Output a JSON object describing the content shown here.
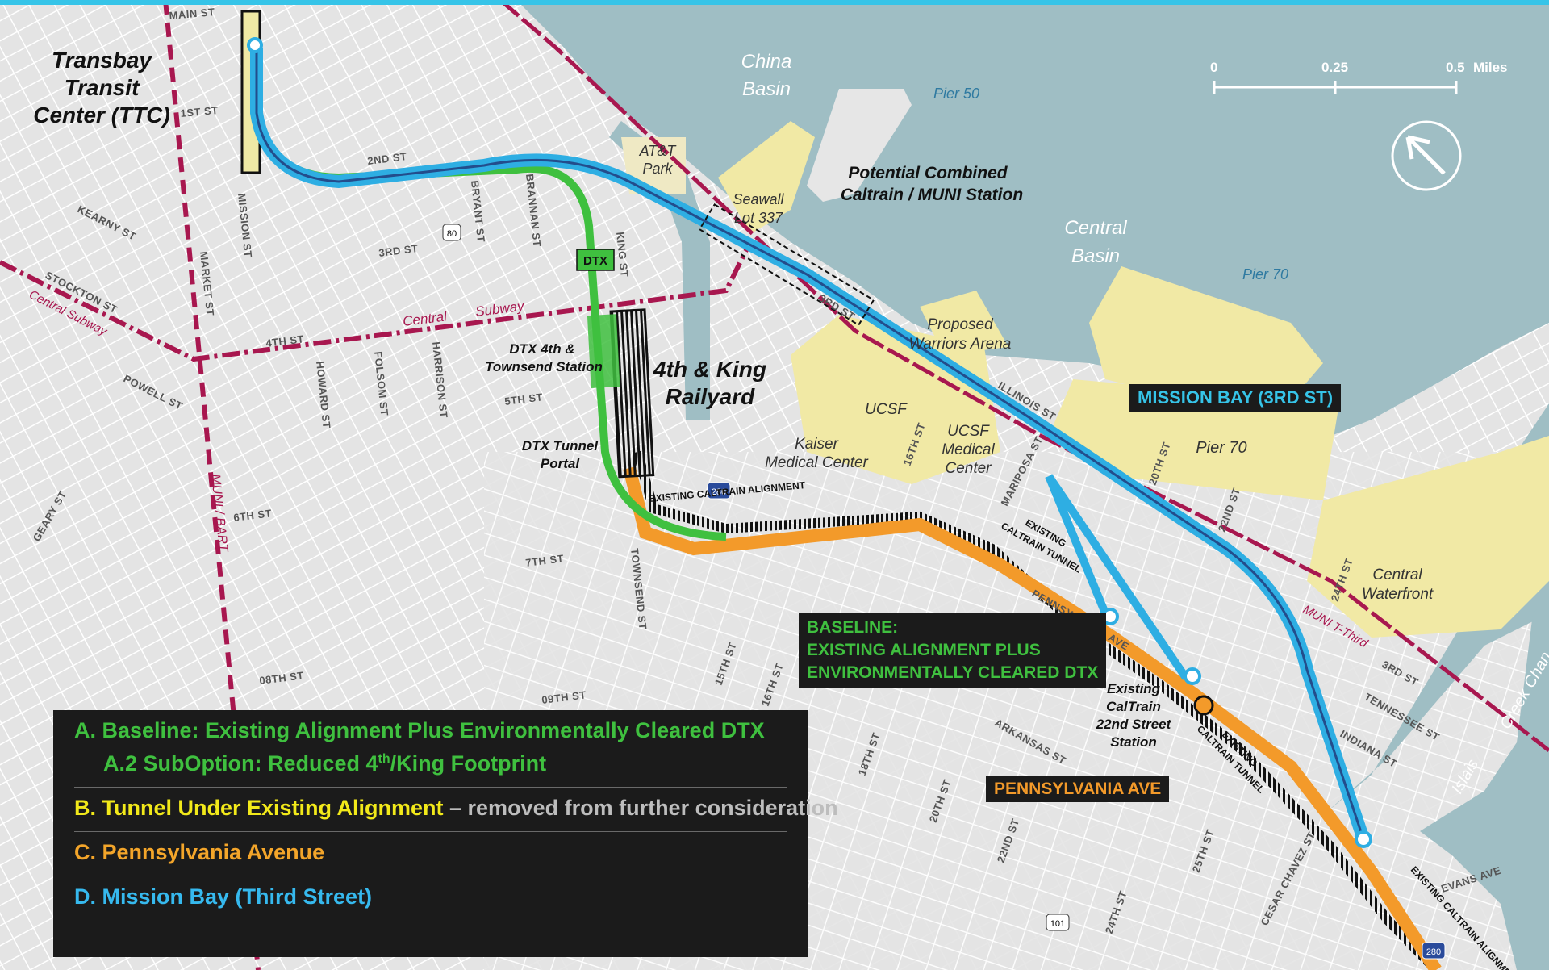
{
  "colors": {
    "water": "#9fbec4",
    "land": "#e6e6e6",
    "street": "#ffffff",
    "highlight": "#f1e9a5",
    "baseline_green": "#3fc03f",
    "orange": "#f39a2a",
    "blue": "#2eaee3",
    "maroon": "#a8174f",
    "dark": "#1b1b1b",
    "top_bar": "#36c4e8"
  },
  "labels": {
    "ttc": "Transbay Transit Center (TTC)",
    "ttc_l1": "Transbay",
    "ttc_l2": "Transit",
    "ttc_l3": "Center (TTC)",
    "china_basin_l1": "China",
    "china_basin_l2": "Basin",
    "pier50": "Pier 50",
    "central_basin_l1": "Central",
    "central_basin_l2": "Basin",
    "pier70_water": "Pier 70",
    "att_l1": "AT&T",
    "att_l2": "Park",
    "seawall_l1": "Seawall",
    "seawall_l2": "Lot 337",
    "combined_l1": "Potential Combined",
    "combined_l2": "Caltrain / MUNI Station",
    "warriors_l1": "Proposed",
    "warriors_l2": "Warriors Arena",
    "ucsf": "UCSF",
    "ucsf_mc_l1": "UCSF",
    "ucsf_mc_l2": "Medical",
    "ucsf_mc_l3": "Center",
    "kaiser_l1": "Kaiser",
    "kaiser_l2": "Medical Center",
    "pier70_land": "Pier 70",
    "central_wf_l1": "Central",
    "central_wf_l2": "Waterfront",
    "dtx_badge": "DTX",
    "dtx_station_l1": "DTX 4th &",
    "dtx_station_l2": "Townsend Station",
    "railyard_l1": "4th & King",
    "railyard_l2": "Railyard",
    "tunnel_portal_l1": "DTX Tunnel",
    "tunnel_portal_l2": "Portal",
    "existing_22nd_l1": "Existing",
    "existing_22nd_l2": "CalTrain",
    "existing_22nd_l3": "22nd Street",
    "existing_22nd_l4": "Station",
    "central_subway_l1": "Central",
    "central_subway_l2": "Subway",
    "central_subway_left": "Central Subway",
    "muni_bart": "MUNI / BART",
    "muni_t": "MUNI T-Third",
    "creek_l1": "Creek Chan",
    "islais": "Islais",
    "existing_alignment": "EXISTING CALTRAIN ALIGNMENT",
    "existing_alignment_se": "EXISTING CALTRAIN ALIGNMENT",
    "existing_tunnel_1_l1": "EXISTING",
    "existing_tunnel_1_l2": "CALTRAIN TUNNEL",
    "existing_tunnel_2_l1": "EXISTING",
    "existing_tunnel_2_l2": "CALTRAIN TUNNEL"
  },
  "highways": {
    "i80": "80",
    "i280_a": "280",
    "i280_b": "280",
    "us101": "101"
  },
  "streets": {
    "main": "MAIN ST",
    "first": "1ST ST",
    "second": "2ND ST",
    "third": "3RD ST",
    "fourth": "4TH ST",
    "fifth": "5TH ST",
    "sixth": "6TH ST",
    "seventh": "7TH ST",
    "eighth": "08TH ST",
    "ninth": "09TH ST",
    "mission": "MISSION ST",
    "market": "MARKET ST",
    "kearny": "KEARNY ST",
    "stockton": "STOCKTON ST",
    "powell": "POWELL ST",
    "geary": "GEARY ST",
    "howard": "HOWARD ST",
    "folsom": "FOLSOM ST",
    "harrison": "HARRISON ST",
    "bryant": "BRYANT ST",
    "brannan": "BRANNAN ST",
    "king": "KING ST",
    "townsend": "TOWNSEND ST",
    "third_diag": "3RD ST",
    "illinois": "ILLINOIS ST",
    "sixteenth": "16TH ST",
    "mariposa": "MARIPOSA ST",
    "twentieth": "20TH ST",
    "twentysecond": "22ND ST",
    "twentyfourth": "24TH ST",
    "third_east": "3RD ST",
    "tennessee": "TENNESSEE ST",
    "indiana": "INDIANA ST",
    "pennsylvania": "PENNSYLVANIA AVE",
    "arkansas": "ARKANSAS ST",
    "fifteenth": "15TH ST",
    "sixteenth_b": "16TH ST",
    "eighteenth": "18TH ST",
    "twentieth_b": "20TH ST",
    "twentysecond_b": "22ND ST",
    "twentyfourth_b": "24TH ST",
    "twentyfifth": "25TH ST",
    "cesar": "CESAR CHAVEZ ST",
    "evans": "EVANS AVE"
  },
  "tags": {
    "mission_bay": "MISSION BAY (3RD ST)",
    "baseline_l1": "BASELINE:",
    "baseline_l2": "EXISTING ALIGNMENT PLUS",
    "baseline_l3": "ENVIRONMENTALLY CLEARED DTX",
    "pennsylvania": "PENNSYLVANIA AVE"
  },
  "scale": {
    "t0": "0",
    "t1": "0.25",
    "t2": "0.5",
    "unit": "Miles"
  },
  "legend": {
    "a": "A. Baseline: Existing Alignment Plus Environmentally Cleared DTX",
    "a2_prefix": "A.2 SubOption: Reduced 4",
    "a2_sup": "th",
    "a2_suffix": "/King Footprint",
    "b_main": "B. Tunnel Under Existing Alignment",
    "b_note": " – removed from further consideration",
    "c": "C. Pennsylvania Avenue",
    "d": "D. Mission Bay (Third Street)"
  }
}
